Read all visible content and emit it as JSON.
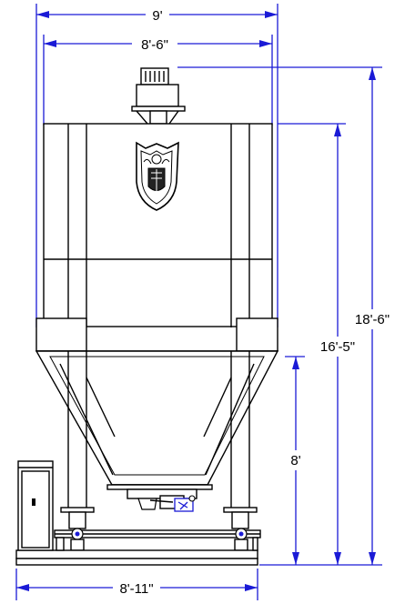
{
  "dimensions": {
    "overall_width": "9'",
    "frame_width": "8'-6\"",
    "overall_height": "18'-6\"",
    "bin_height": "16'-5\"",
    "leg_clearance": "8'",
    "base_width": "8'-11\""
  },
  "colors": {
    "dimension_line": "#1a1ad6",
    "linework": "#000000",
    "background": "#ffffff"
  },
  "icons": {
    "crest": "heraldic-shield-logo"
  }
}
